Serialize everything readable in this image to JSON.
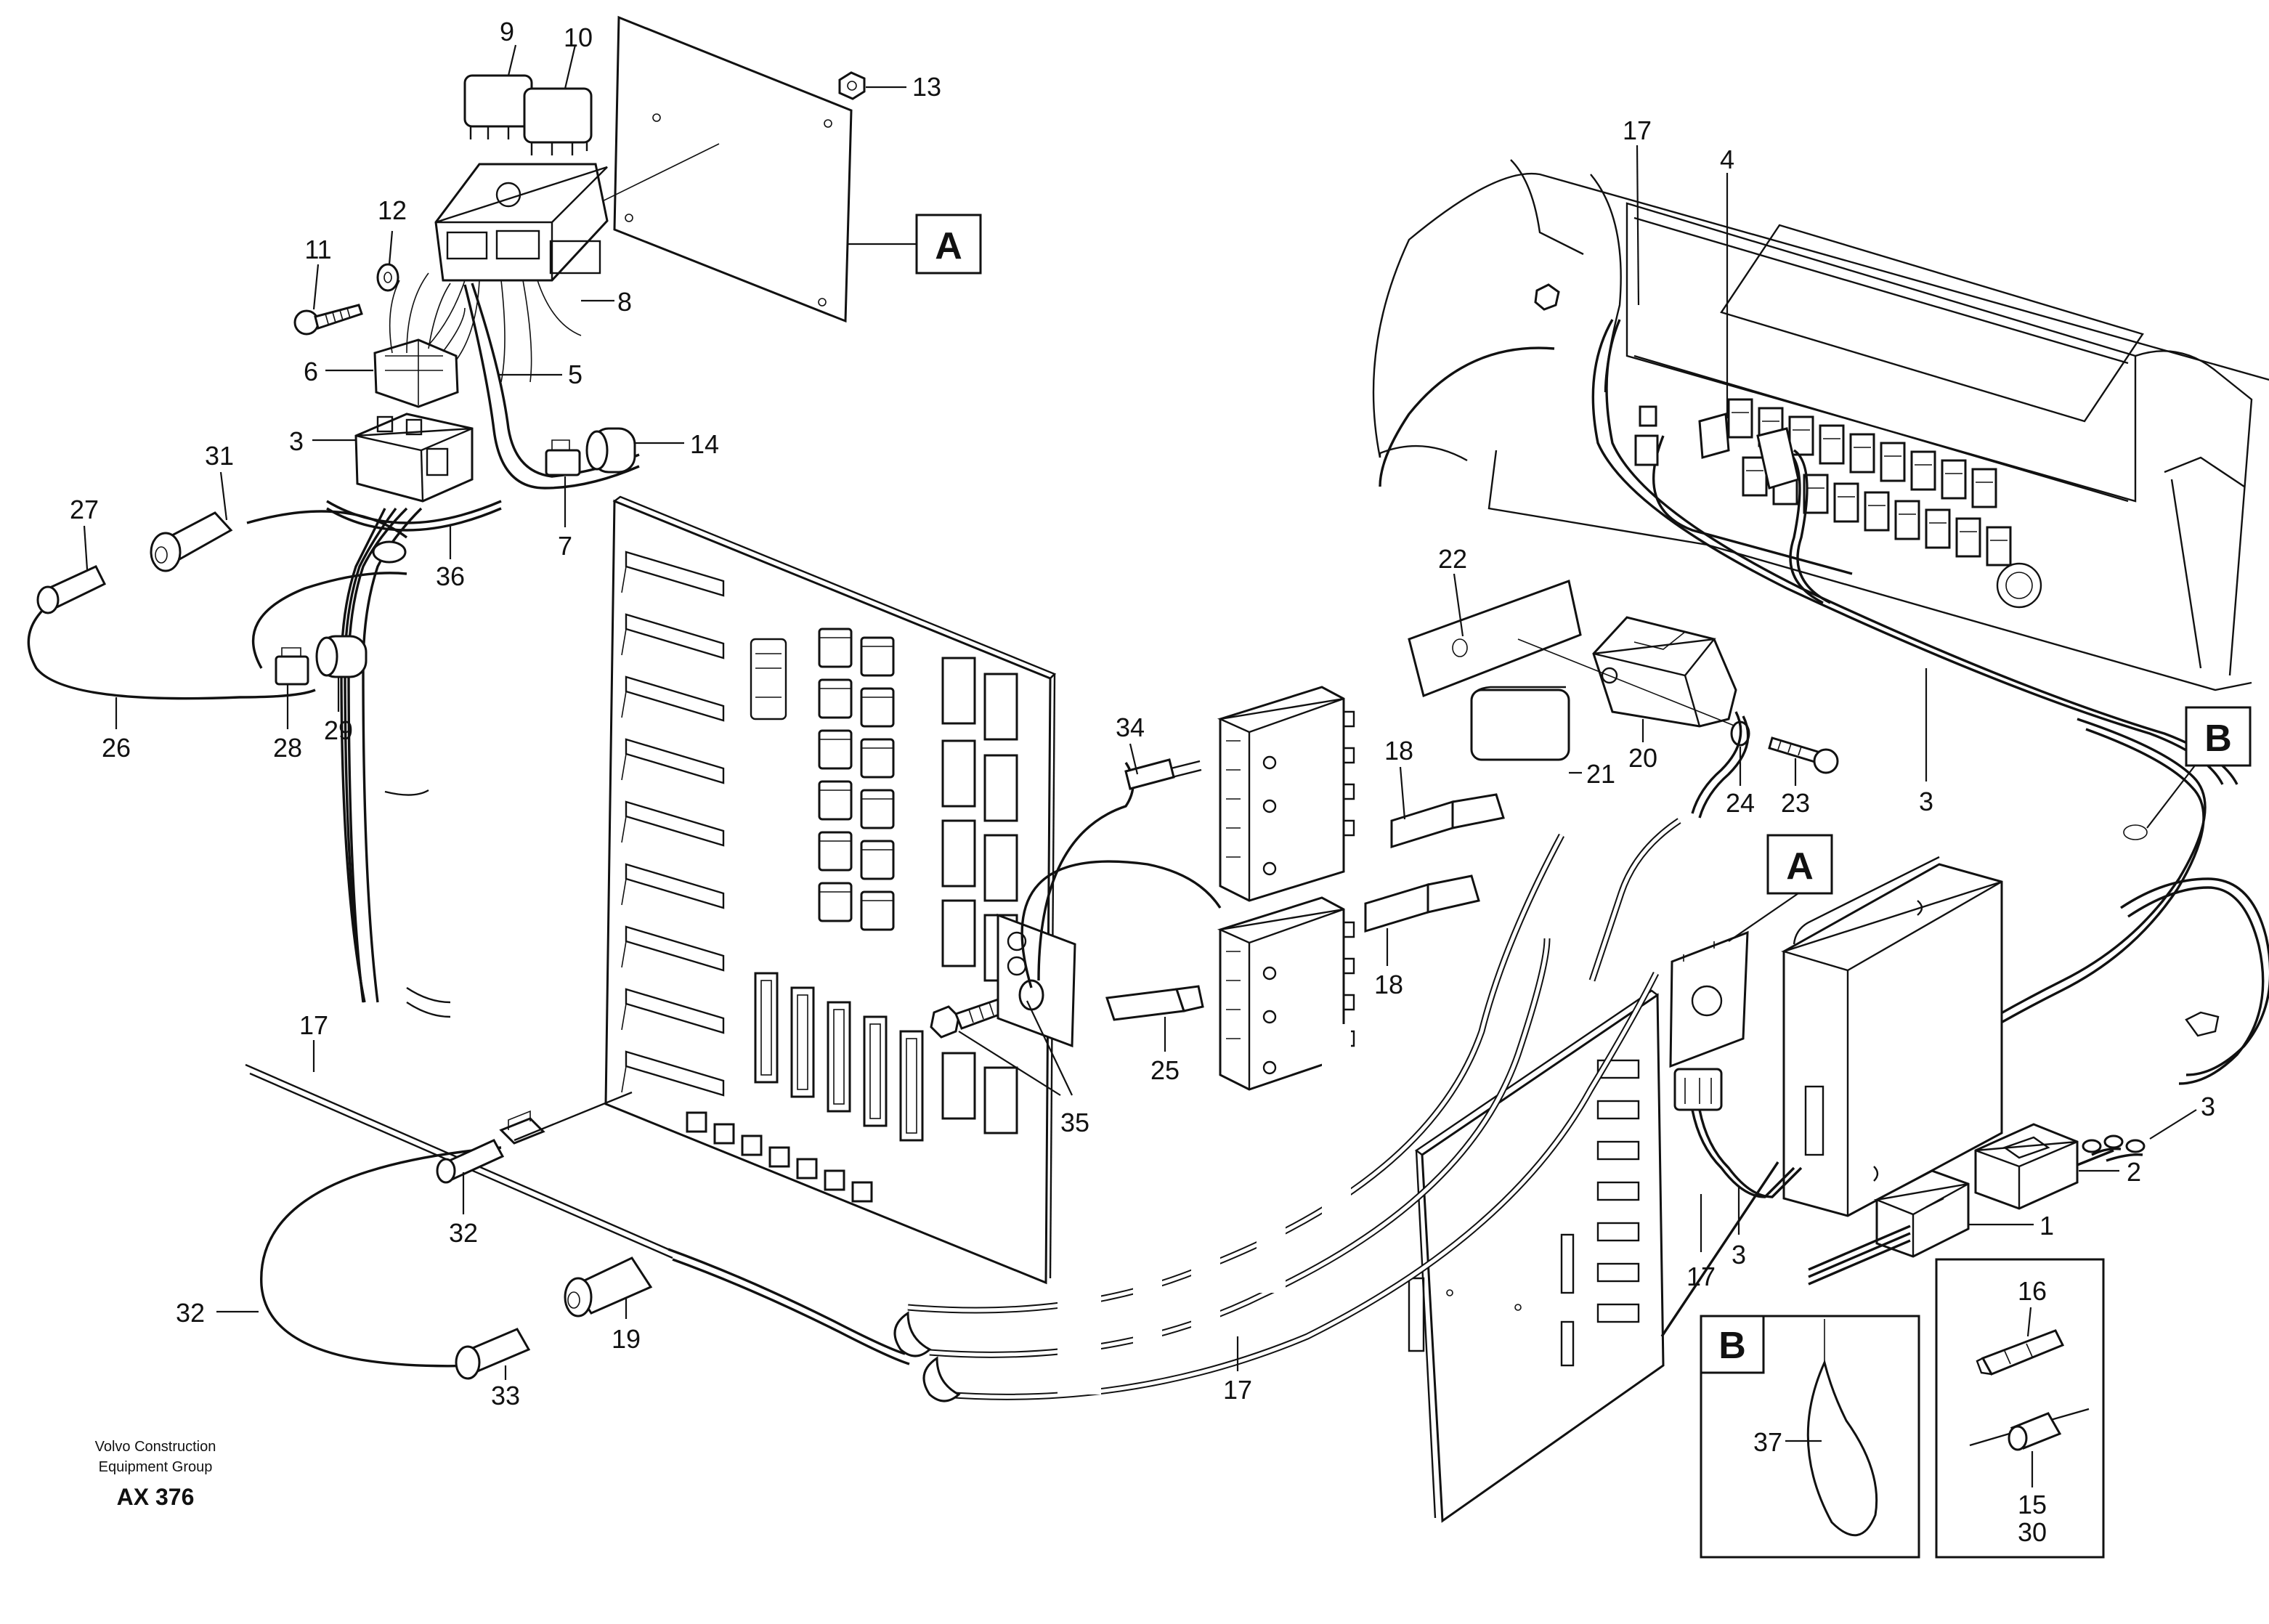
{
  "credit": {
    "line1": "Volvo Construction",
    "line2": "Equipment Group",
    "doc_id": "AX 376"
  },
  "reference_boxes": {
    "a_top": "A",
    "a_mid": "A",
    "b_right": "B",
    "b_detail": "B"
  },
  "callouts": {
    "c9": "9",
    "c10": "10",
    "c13": "13",
    "c12": "12",
    "c11": "11",
    "c8": "8",
    "c6": "6",
    "c5": "5",
    "c3a": "3",
    "c14": "14",
    "c31": "31",
    "c27": "27",
    "c7": "7",
    "c36": "36",
    "c26": "26",
    "c28": "28",
    "c29": "29",
    "c17a": "17",
    "c4": "4",
    "c22": "22",
    "c21": "21",
    "c20": "20",
    "c24": "24",
    "c23": "23",
    "c34": "34",
    "c18a": "18",
    "c18b": "18",
    "c25": "25",
    "c35": "35",
    "c3b": "3",
    "c3c": "3",
    "c2": "2",
    "c1": "1",
    "c3d": "3",
    "c17b": "17",
    "c17c": "17",
    "c32a": "32",
    "c32b": "32",
    "c33": "33",
    "c19": "19",
    "c17d": "17",
    "c16": "16",
    "c37": "37",
    "c15": "15",
    "c30": "30"
  }
}
